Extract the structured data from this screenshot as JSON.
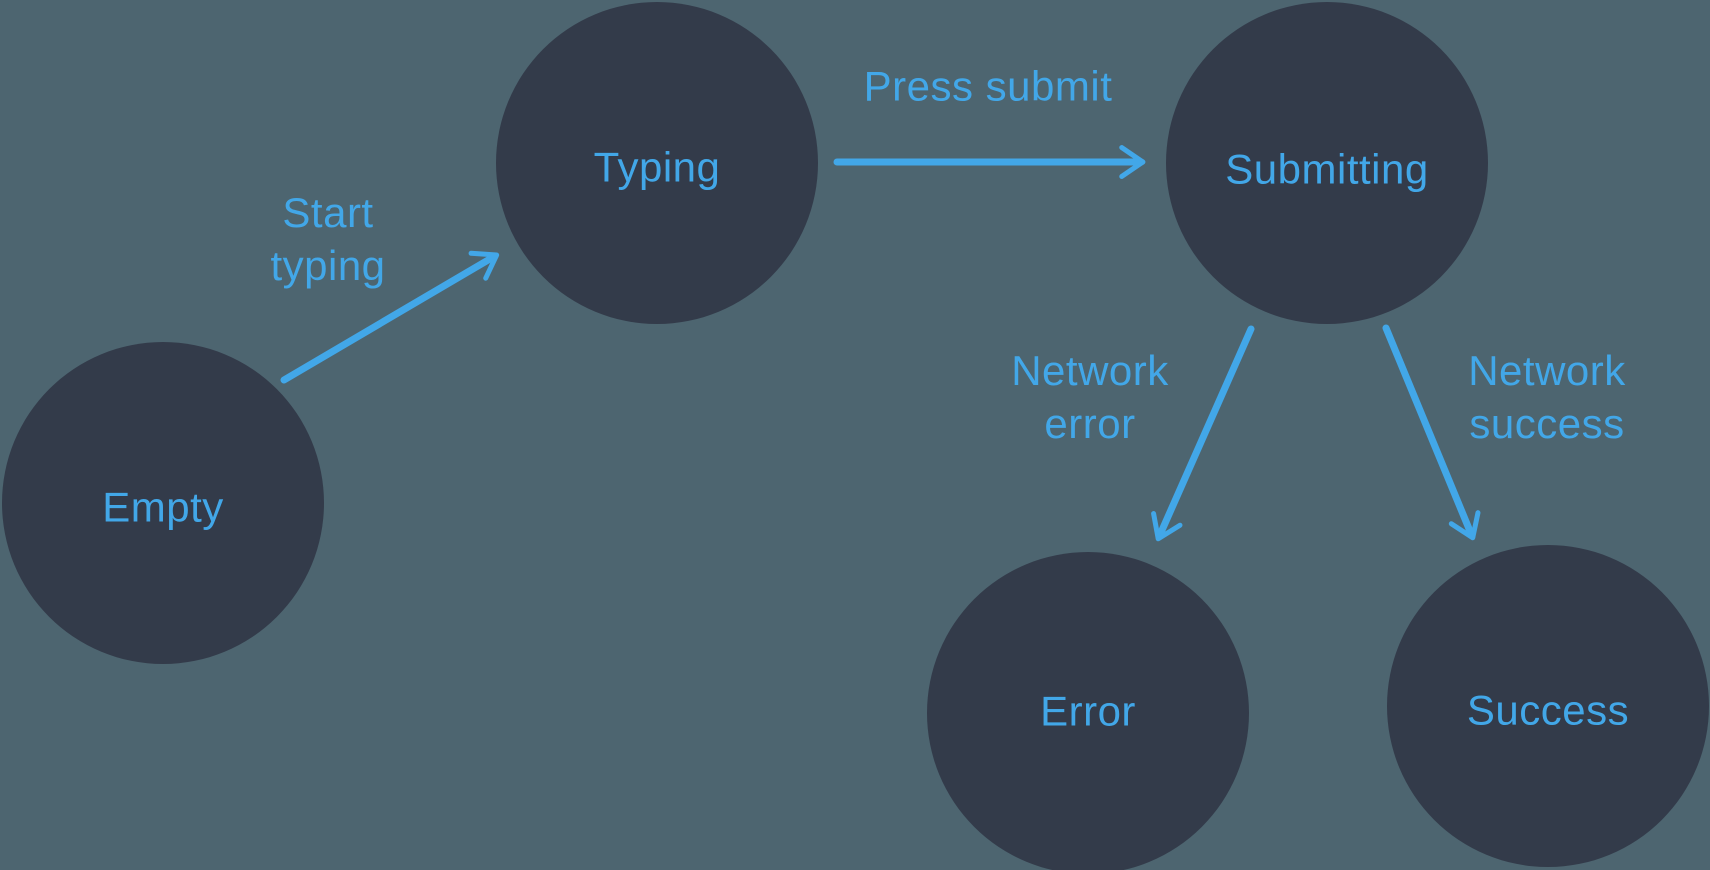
{
  "diagram": {
    "kind": "state-machine",
    "colors": {
      "background": "#4d6570",
      "node_fill": "#333b4a",
      "accent_blue": "#42a7e8"
    },
    "nodes": [
      {
        "id": "empty",
        "label": "Empty"
      },
      {
        "id": "typing",
        "label": "Typing"
      },
      {
        "id": "submitting",
        "label": "Submitting"
      },
      {
        "id": "error",
        "label": "Error"
      },
      {
        "id": "success",
        "label": "Success"
      }
    ],
    "edges": [
      {
        "from": "empty",
        "to": "typing",
        "label": "Start typing",
        "lines": [
          "Start",
          "typing"
        ]
      },
      {
        "from": "typing",
        "to": "submitting",
        "label": "Press submit",
        "lines": [
          "Press submit"
        ]
      },
      {
        "from": "submitting",
        "to": "error",
        "label": "Network error",
        "lines": [
          "Network",
          "error"
        ]
      },
      {
        "from": "submitting",
        "to": "success",
        "label": "Network success",
        "lines": [
          "Network",
          "success"
        ]
      }
    ]
  }
}
